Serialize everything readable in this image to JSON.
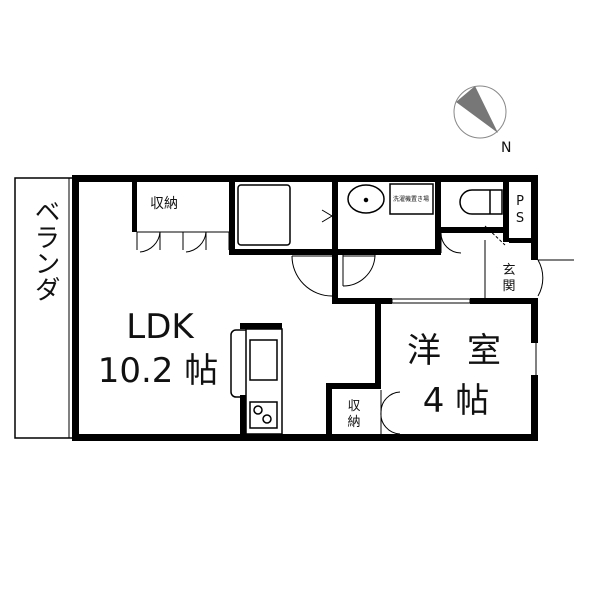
{
  "compass": {
    "north_label": "N",
    "icon": "compass-icon"
  },
  "rooms": {
    "balcony": {
      "label": "ベランダ"
    },
    "ldk": {
      "name": "LDK",
      "size": "10.2 帖"
    },
    "western_room": {
      "name_1": "洋",
      "name_2": "室",
      "size": "4 帖"
    },
    "storage_ldk": {
      "label": "収納"
    },
    "storage_small": {
      "label_1": "収",
      "label_2": "納"
    },
    "washer_space": {
      "label": "洗濯機置き場"
    },
    "ps": {
      "label_1": "P",
      "label_2": "S"
    },
    "entrance": {
      "label_1": "玄",
      "label_2": "関"
    }
  },
  "colors": {
    "wall": "#000000",
    "compass_fill": "#777777"
  }
}
